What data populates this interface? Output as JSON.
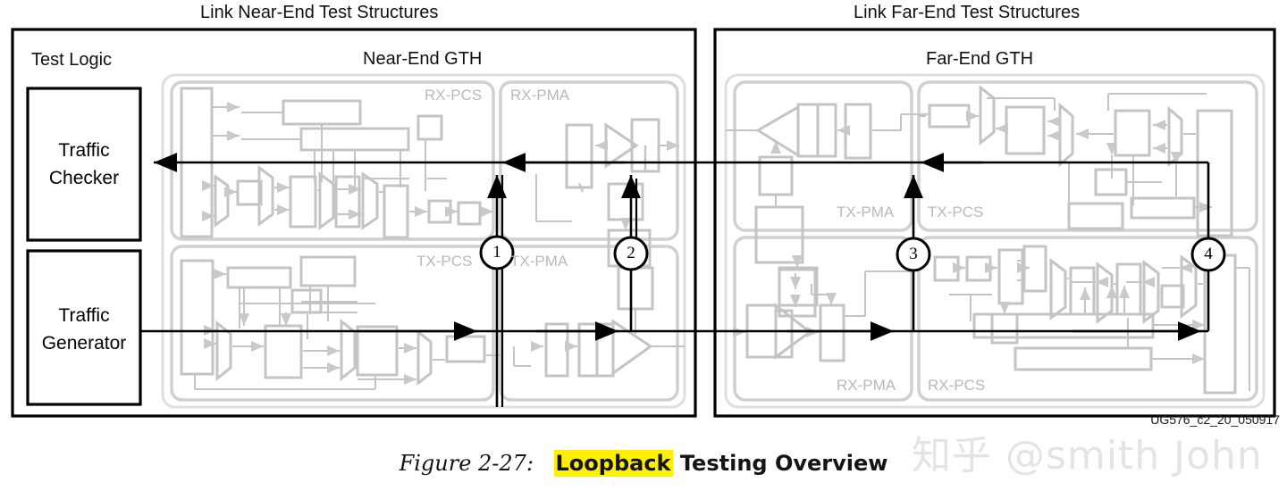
{
  "figure": {
    "prefix": "Figure 2-27:",
    "highlight": "Loopback",
    "rest": " Testing Overview"
  },
  "doc_id": "UG576_c2_20_050917",
  "watermark": "知乎 @smith John",
  "titles": {
    "near_end": "Link Near-End Test Structures",
    "far_end": "Link Far-End Test Structures"
  },
  "near_end_panel": {
    "test_logic_label": "Test Logic",
    "gth_label": "Near-End GTH",
    "blocks": [
      {
        "label": "Traffic\nChecker",
        "line1": "Traffic",
        "line2": "Checker"
      },
      {
        "label": "Traffic\nGenerator",
        "line1": "Traffic",
        "line2": "Generator"
      }
    ],
    "sections": [
      {
        "name": "RX-PCS"
      },
      {
        "name": "RX-PMA"
      },
      {
        "name": "TX-PCS"
      },
      {
        "name": "TX-PMA"
      }
    ]
  },
  "far_end_panel": {
    "gth_label": "Far-End GTH",
    "sections": [
      {
        "name": "TX-PMA"
      },
      {
        "name": "TX-PCS"
      },
      {
        "name": "RX-PMA"
      },
      {
        "name": "RX-PCS"
      }
    ]
  },
  "loopback_markers": [
    {
      "id": "1",
      "value": "1"
    },
    {
      "id": "2",
      "value": "2"
    },
    {
      "id": "3",
      "value": "3"
    },
    {
      "id": "4",
      "value": "4"
    }
  ],
  "colors": {
    "outline": "#000000",
    "internal": "#bdbdbd",
    "section_label": "#c4c4c4",
    "highlight": "#fff000",
    "watermark": "#e4e4e4"
  }
}
